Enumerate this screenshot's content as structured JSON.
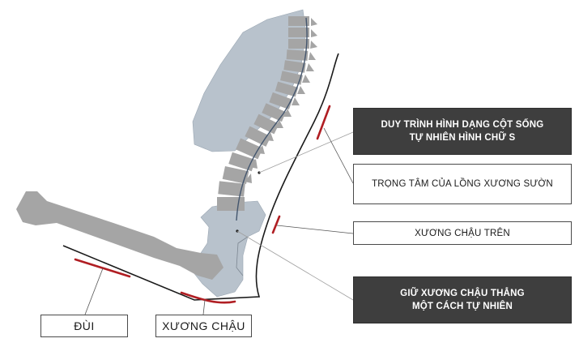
{
  "title": "Sitting posture spine diagram",
  "colors": {
    "bone": "#a5a5a5",
    "body": "#b8c2cc",
    "spine_line": "#44566e",
    "contact": "#b01e23",
    "outline": "#1a1a1a",
    "leader": "#888888",
    "dark_box": "#3e3e3e"
  },
  "labels": {
    "spine_shape": "DUY TRÌNH HÌNH DẠNG CỘT SỐNG\nTỰ NHIÊN HÌNH CHỮ S",
    "ribcage_center": "TRỌNG TÂM CỦA LỒNG XƯƠNG SƯỜN",
    "upper_pelvis": "XƯƠNG CHẬU TRÊN",
    "keep_pelvis": "GIỮ XƯƠNG CHẬU THẲNG\nMỘT CÁCH TỰ NHIÊN",
    "thigh": "ĐÙI",
    "pelvis": "XƯƠNG CHẬU"
  }
}
